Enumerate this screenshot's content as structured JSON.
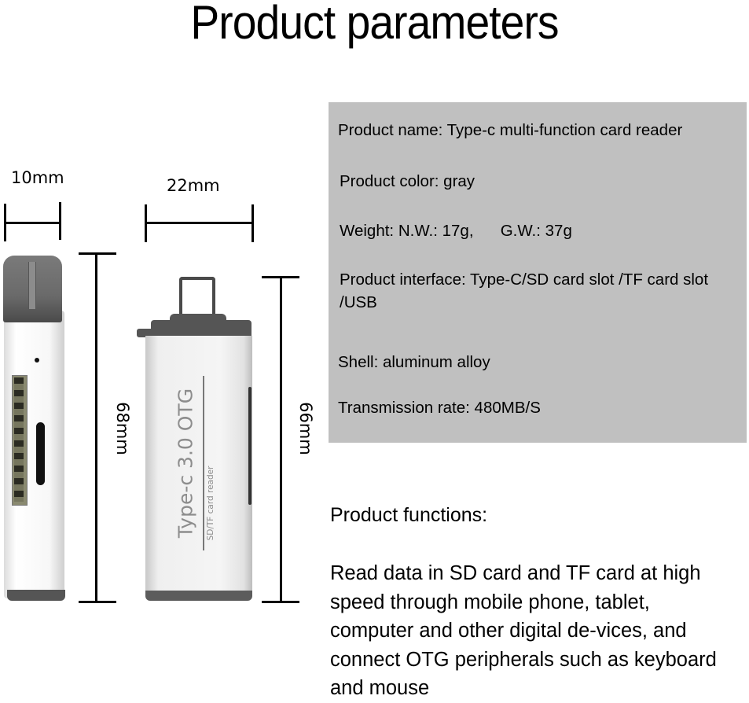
{
  "title": "Product parameters",
  "specs": [
    "Product name: Type-c multi-function card reader",
    "Product color: gray",
    "Weight: N.W.: 17g,      G.W.: 37g",
    "Product interface: Type-C/SD card slot /TF card slot /USB",
    "Shell: aluminum alloy",
    "Transmission rate: 480MB/S"
  ],
  "functions": {
    "title": "Product functions:",
    "body": "Read data in SD card and TF card at high speed through mobile phone, tablet, computer and other digital de-vices, and connect OTG peripherals such as keyboard and mouse"
  },
  "dimensions": {
    "side_width": "10mm",
    "front_width": "22mm",
    "side_height": "68mm",
    "front_height": "66mm"
  },
  "device_print": {
    "brand": "Type-c 3.0 OTG",
    "subtitle": "SD/TF card reader"
  },
  "colors": {
    "spec_box_bg": "#c0c0c0",
    "device_dark": "#555555",
    "device_body": "#f2f2f2"
  }
}
